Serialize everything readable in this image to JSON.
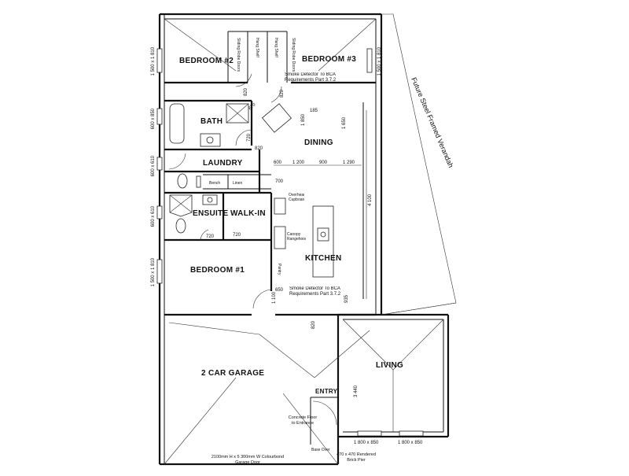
{
  "rooms": {
    "bedroom2": "BEDROOM #2",
    "bedroom3": "BEDROOM #3",
    "bath": "BATH",
    "dining": "DINING",
    "laundry": "LAUNDRY",
    "ensuite": "ENSUITE",
    "walkin": "WALK-IN",
    "kitchen": "KITCHEN",
    "bedroom1": "BEDROOM #1",
    "garage": "2 CAR GARAGE",
    "living": "LIVING",
    "entry": "ENTRY"
  },
  "labels": {
    "verandah": "Future Steel Framed Verandah",
    "robe_left": "Sliding Robe Doors",
    "robe_right": "Sliding Robe Doors",
    "hang_shelf_left": "Hang Shelf",
    "hang_shelf_right": "Hang Shelf",
    "smoke1": "Smoke Detector To BCA Requirements Part 3.7.2",
    "smoke2": "Smoke Detector To BCA Requirements Part 3.7.2",
    "bench": "Bench",
    "linen": "Linen",
    "overhead": "Overhead Cupboards",
    "canopy": "Canopy Rangehood",
    "pantry": "Pantry",
    "concrete": "Concrete Floor to Entrance",
    "base_over": "Base Over",
    "pier": "470 x 470 Rendered Brick Pier",
    "garage_door": "2100mm H x 5 300mm W Colourbond Garage Door"
  },
  "windows": {
    "w_bed2": "1 500 x 1 810",
    "w_bed3": "1 500 x 1 810",
    "w_bath": "600 x 850",
    "w_laundry": "600 x 610",
    "w_ensuite": "600 x 610",
    "w_bed1": "1 500 x 1 810",
    "w_liv1": "1 800 x 850",
    "w_liv2": "1 800 x 850"
  },
  "dims": {
    "d820a": "820",
    "d820b": "820",
    "d820c": "820",
    "d820d": "820",
    "d870": "870",
    "d720a": "720",
    "d720b": "720",
    "d720c": "720",
    "d700": "700",
    "d600": "600",
    "d1200": "1 200",
    "d900": "900",
    "d1290": "1 290",
    "d4100": "4 100",
    "d3440": "3 440",
    "d650": "650",
    "d935": "935",
    "d1100": "1 100",
    "d1850": "1 850",
    "d185": "185",
    "d1650": "1 650"
  }
}
